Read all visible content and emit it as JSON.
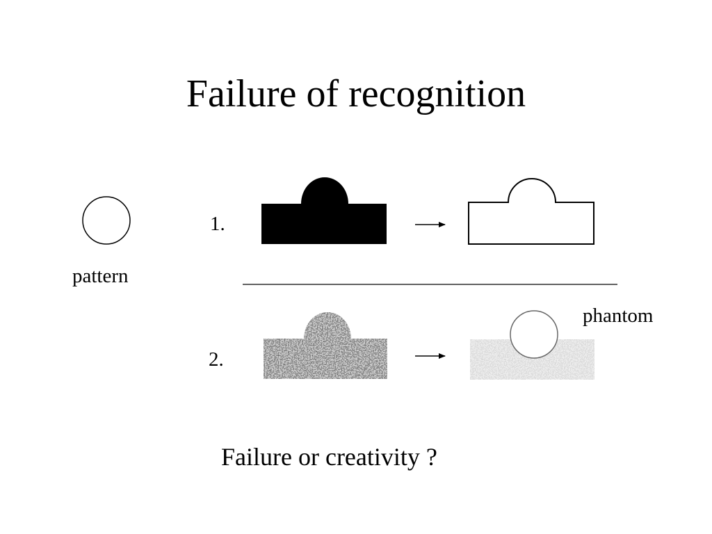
{
  "title": "Failure of recognition",
  "labels": {
    "pattern": "pattern",
    "row1": "1.",
    "row2": "2.",
    "phantom": "phantom"
  },
  "footer": "Failure or creativity ?",
  "colors": {
    "background": "#ffffff",
    "ink": "#000000",
    "noise_dark": "#333333",
    "noise_light": "#b0b0b0"
  },
  "diagram": {
    "row1": {
      "input": "solid black shape (rectangle with semicircle bump)",
      "output": "outline shape"
    },
    "row2": {
      "input": "dark noisy shape",
      "output": "light noisy rectangle with white circle"
    }
  }
}
